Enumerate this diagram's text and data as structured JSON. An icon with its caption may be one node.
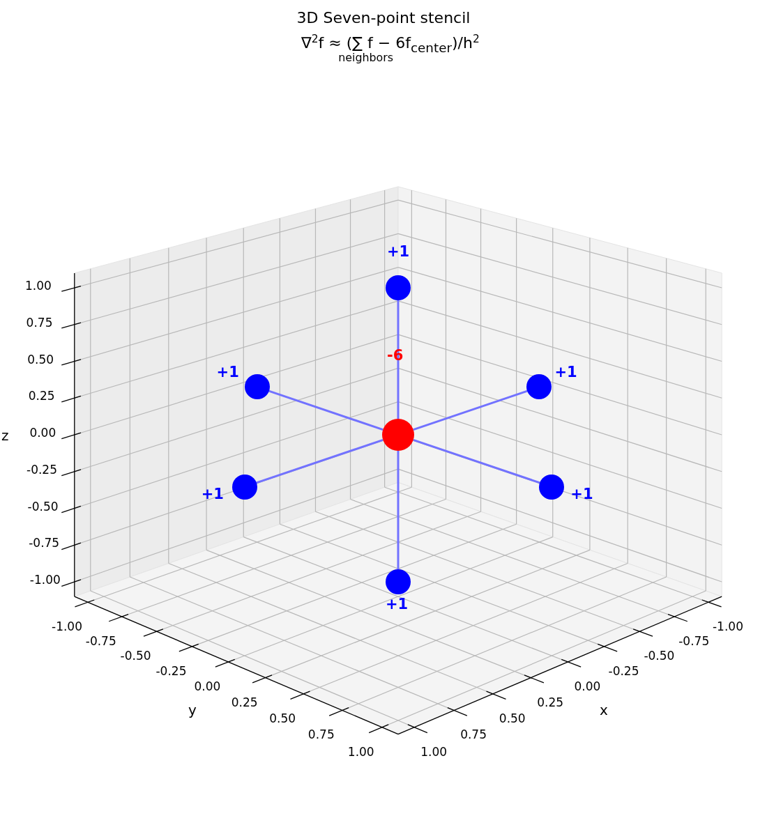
{
  "diagram": {
    "title": "3D Seven-point stencil",
    "nodes": [
      {
        "text": [],
        "shape": "circle",
        "beside": [
          "-6"
        ]
      },
      {
        "text": [],
        "shape": "circle",
        "beside": [
          "+1"
        ]
      },
      {
        "text": [],
        "shape": "circle",
        "beside": [
          "+1"
        ]
      },
      {
        "text": [],
        "shape": "circle",
        "beside": [
          "+1"
        ]
      },
      {
        "text": [],
        "shape": "circle",
        "beside": [
          "+1"
        ]
      },
      {
        "text": [],
        "shape": "circle",
        "beside": [
          "+1"
        ]
      },
      {
        "text": [],
        "shape": "circle",
        "beside": [
          "+1"
        ]
      }
    ],
    "edges": [
      {
        "from": 0,
        "to": 1,
        "arrow": "none"
      },
      {
        "from": 0,
        "to": 2,
        "arrow": "none"
      },
      {
        "from": 0,
        "to": 3,
        "arrow": "none"
      },
      {
        "from": 0,
        "to": 4,
        "arrow": "none"
      },
      {
        "from": 0,
        "to": 5,
        "arrow": "none"
      },
      {
        "from": 0,
        "to": 6,
        "arrow": "none"
      }
    ],
    "labels": [
      "∇$^{2}$f ≈ (∑$_{neighbors}$ f − 6f$_{center}$)/h$^{2}$",
      "1.00",
      "0.75",
      "0.50",
      "0.25",
      "0.00",
      "-0.25",
      "-0.50",
      "-0.75",
      "-1.00",
      "z",
      "-1.00",
      "-0.75",
      "-0.50",
      "-0.25",
      "0.00",
      "0.25",
      "0.50",
      "0.75",
      "1.00",
      "y",
      "-1.00",
      "-0.75",
      "-0.50",
      "-0.25",
      "0.00",
      "0.25",
      "0.50",
      "0.75",
      "1.00",
      "x"
    ]
  }
}
